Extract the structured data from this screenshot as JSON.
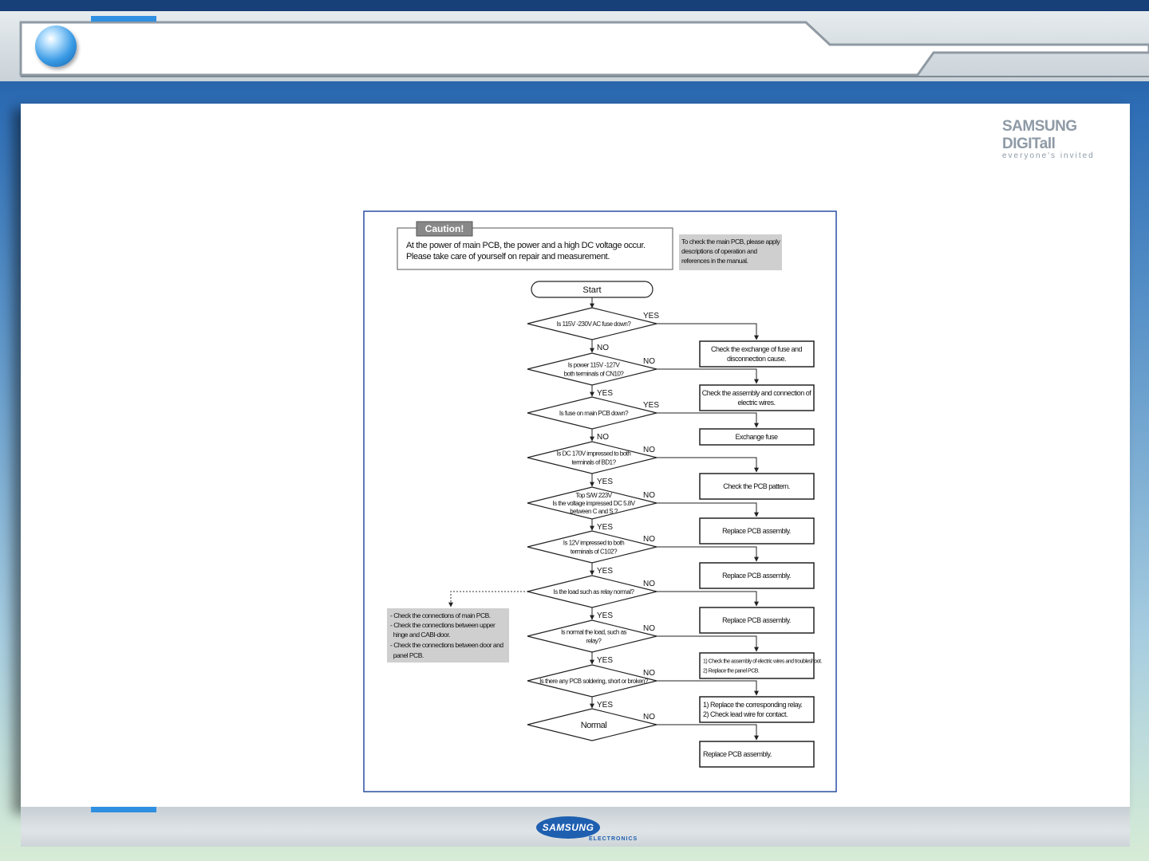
{
  "branding": {
    "digitall_main": "SAMSUNG DIGITall",
    "digitall_tagline": "everyone's invited",
    "footer_logo": "SAMSUNG",
    "footer_logo_sub": "ELECTRONICS"
  },
  "caution": {
    "label": "Caution!",
    "lines": [
      "At the power of main PCB, the power and a high DC voltage occur.",
      "Please  take care of yourself on repair and measurement."
    ]
  },
  "note": {
    "lines": [
      "To check the main PCB, please apply",
      "descriptions of operation and",
      "references in the manual."
    ]
  },
  "start_label": "Start",
  "questions": [
    {
      "lines": [
        "Is 115V -230V AC fuse down?"
      ],
      "branch": "YES",
      "next": "NO"
    },
    {
      "lines": [
        "Is power 115V -127V",
        "both terminals of CN10?"
      ],
      "branch": "NO",
      "next": "YES"
    },
    {
      "lines": [
        "Is fuse on main PCB down?"
      ],
      "branch": "YES",
      "next": "NO"
    },
    {
      "lines": [
        "Is DC 170V impressed to both",
        "terminals of BD1?"
      ],
      "branch": "NO",
      "next": "YES"
    },
    {
      "lines": [
        "Top S/W 223V",
        "Is the voltage impressed DC 5.8V",
        "between C and S ?"
      ],
      "branch": "NO",
      "next": "YES"
    },
    {
      "lines": [
        "Is 12V impressed to both",
        "terminals of C102?"
      ],
      "branch": "NO",
      "next": "YES"
    },
    {
      "lines": [
        "Is the load such as relay normal?"
      ],
      "branch": "NO",
      "next": "YES"
    },
    {
      "lines": [
        "Is  normal the load, such as",
        "relay?"
      ],
      "branch": "NO",
      "next": "YES"
    },
    {
      "lines": [
        "Is there any PCB soldering, short or broken?"
      ],
      "branch": "NO",
      "next": "YES"
    },
    {
      "lines": [
        "Normal"
      ],
      "branch": "NO",
      "next": ""
    }
  ],
  "actions": [
    {
      "lines": [
        "Check the exchange of fuse and",
        "disconnection cause."
      ]
    },
    {
      "lines": [
        "Check the assembly and connection of",
        "electric wires."
      ]
    },
    {
      "lines": [
        "Exchange fuse"
      ]
    },
    {
      "lines": [
        "Check the PCB pattern."
      ]
    },
    {
      "lines": [
        "Replace PCB assembly."
      ]
    },
    {
      "lines": [
        "Replace PCB assembly."
      ]
    },
    {
      "lines": [
        "Replace PCB assembly."
      ]
    },
    {
      "lines": [
        "1) Check the assembly of electric wires and troubleshoot.",
        "2) Replace the panel PCB."
      ]
    },
    {
      "lines": [
        "1) Replace the corresponding relay.",
        "2) Check lead wire for contact."
      ]
    },
    {
      "lines": [
        "Replace PCB assembly."
      ]
    }
  ],
  "side_note": {
    "lines": [
      "- Check the connections of main PCB.",
      "- Check the connections between upper",
      "  hinge and CABI-door.",
      "- Check the connections between door and",
      "  panel PCB."
    ]
  }
}
